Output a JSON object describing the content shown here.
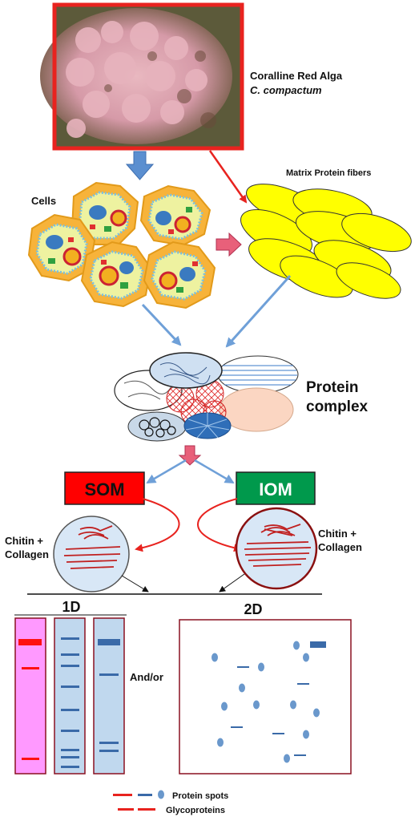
{
  "alga": {
    "name": "Coralline Red Alga",
    "species": "C. compactum"
  },
  "cells_label": "Cells",
  "matrix_label": "Matrix Protein fibers",
  "complex": {
    "line1": "Protein",
    "line2": "complex"
  },
  "fractions": {
    "som": "SOM",
    "iom": "IOM"
  },
  "chitin_left": {
    "line1": "Chitin +",
    "line2": "Collagen"
  },
  "chitin_right": {
    "line1": "Chitin +",
    "line2": "Collagen"
  },
  "gel_1d_label": "1D",
  "gel_2d_label": "2D",
  "andor_label": "And/or",
  "legend": {
    "spots": "Protein spots",
    "glyco": "Glycoproteins"
  },
  "colors": {
    "red": "#e8231f",
    "arrow_blue": "#6fa0d8",
    "yellow": "#ffff00",
    "pink": "#ff99ff",
    "green": "#00994c",
    "band_blue": "#3a6aa8",
    "lane_blue": "#c0d8ee"
  }
}
